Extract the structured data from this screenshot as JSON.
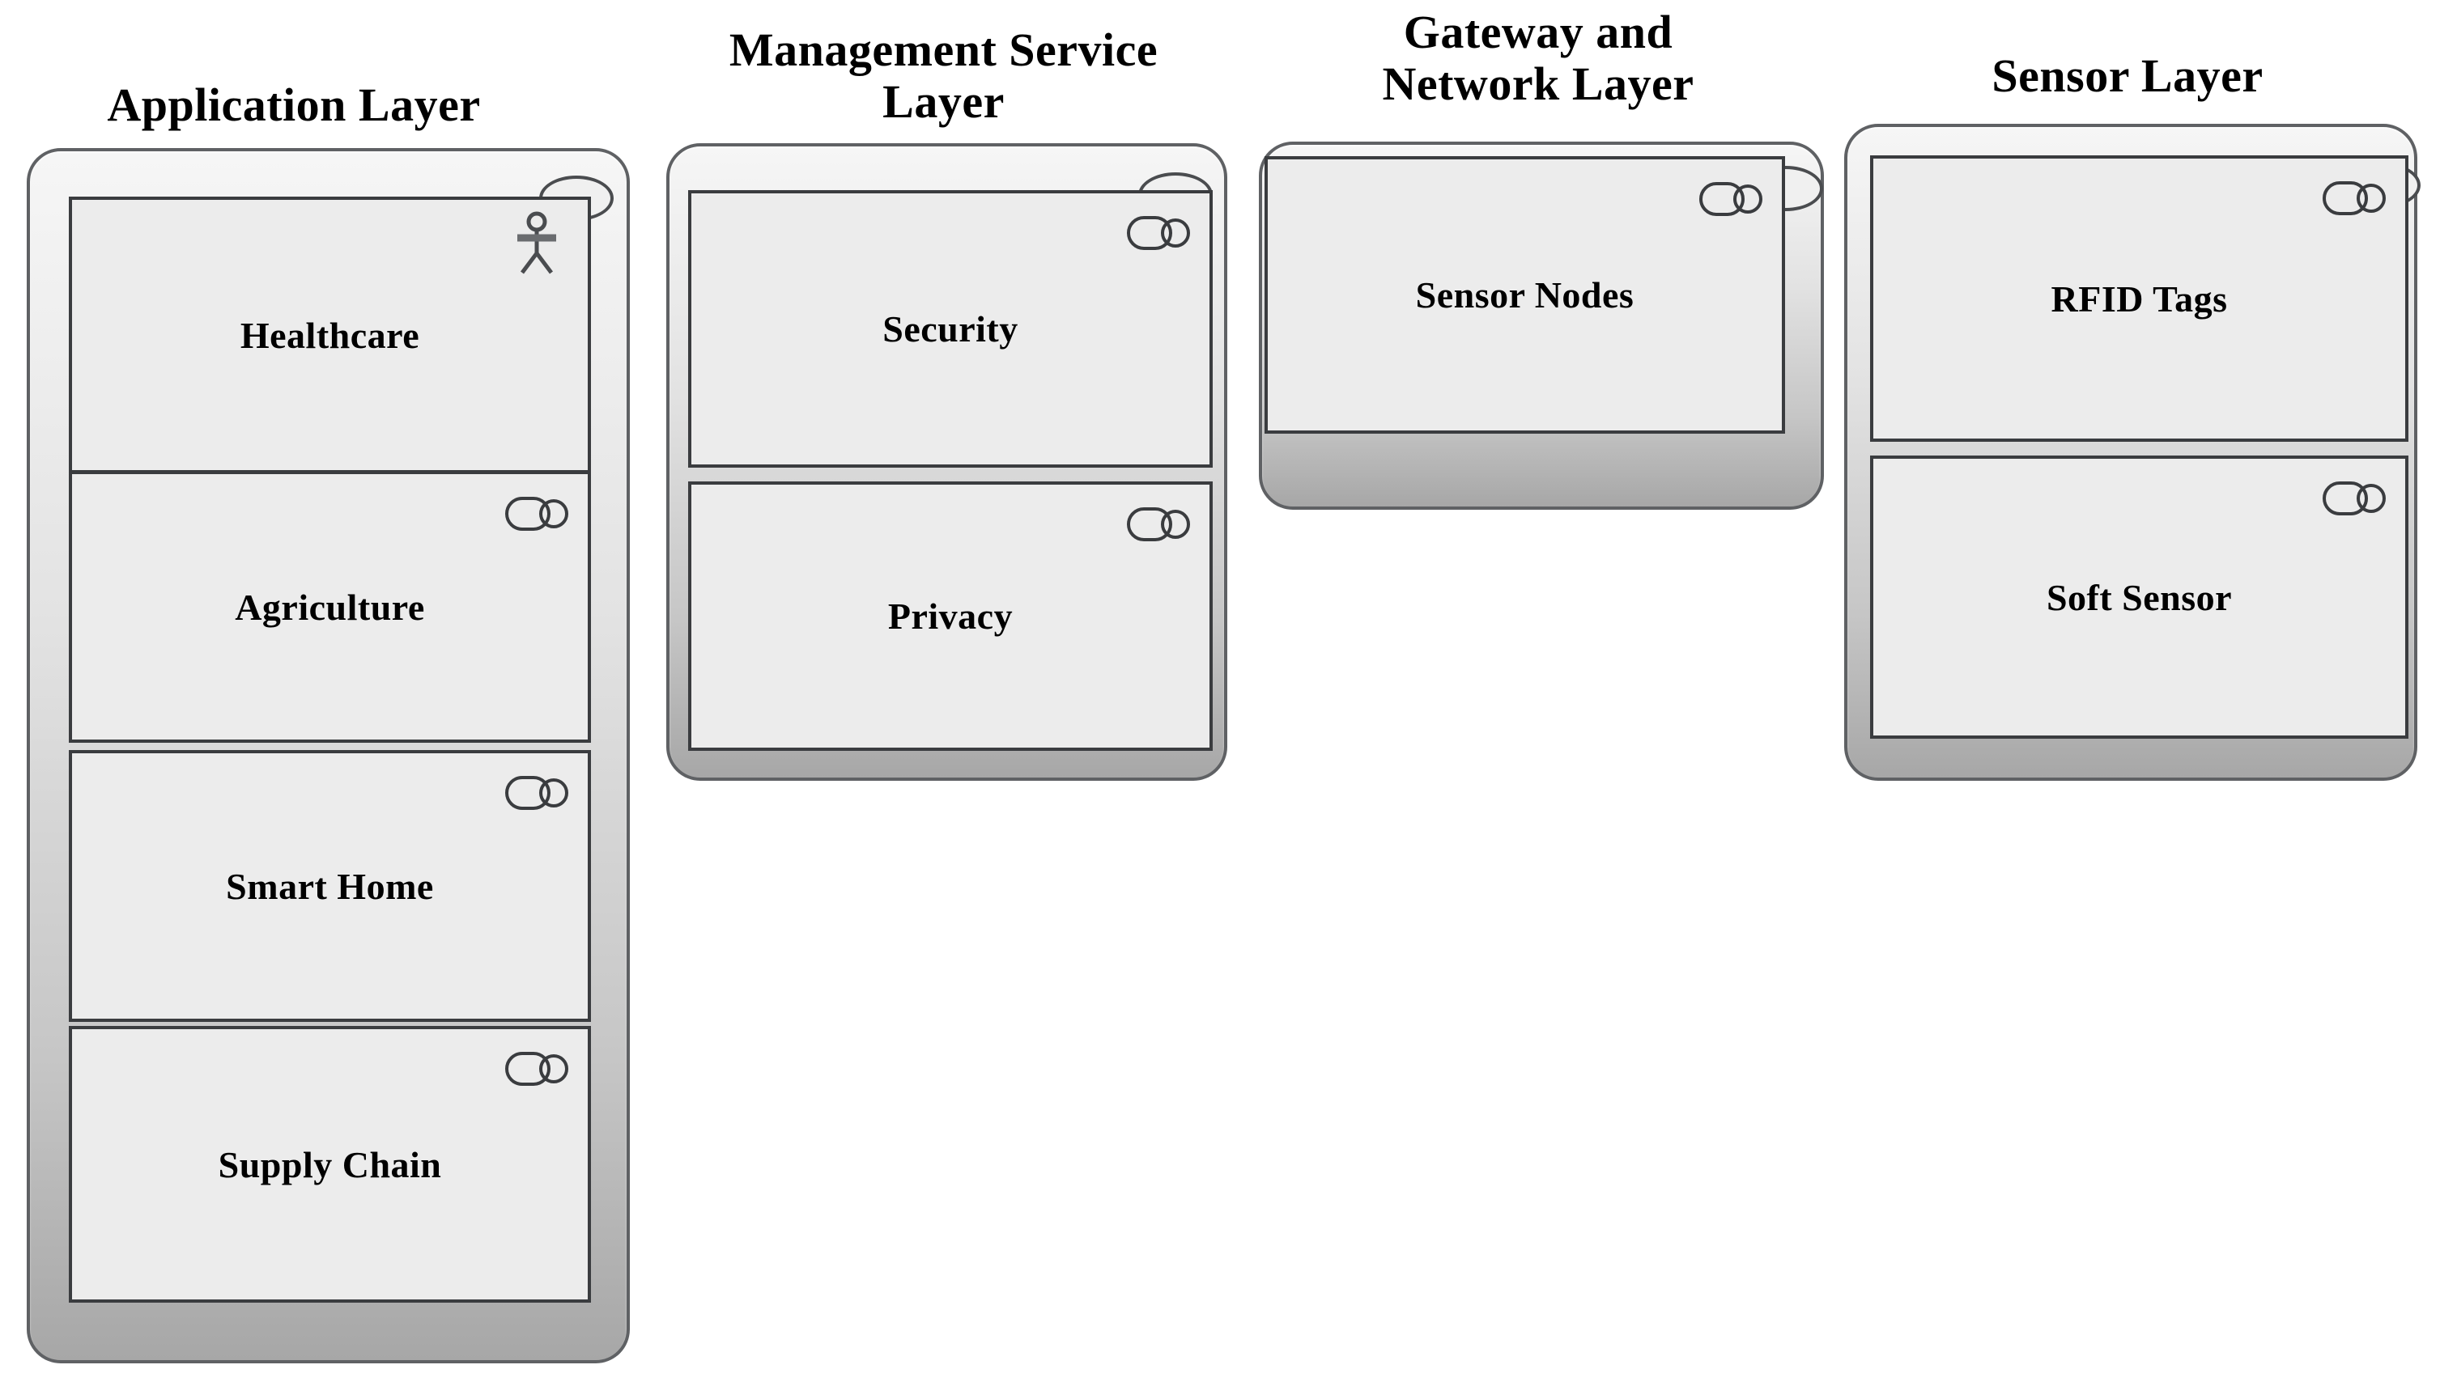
{
  "diagram": {
    "columns": [
      {
        "title_lines": [
          "Application Layer"
        ],
        "boxes": [
          {
            "label": "Healthcare",
            "icon": "actor-icon"
          },
          {
            "label": "Agriculture",
            "icon": "component-icon"
          },
          {
            "label": "Smart Home",
            "icon": "component-icon"
          },
          {
            "label": "Supply Chain",
            "icon": "component-icon"
          }
        ]
      },
      {
        "title_lines": [
          "Management Service",
          "Layer"
        ],
        "boxes": [
          {
            "label": "Security",
            "icon": "component-icon"
          },
          {
            "label": "Privacy",
            "icon": "component-icon"
          }
        ]
      },
      {
        "title_lines": [
          "Gateway and",
          "Network Layer"
        ],
        "boxes": [
          {
            "label": "Sensor Nodes",
            "icon": "component-icon"
          }
        ]
      },
      {
        "title_lines": [
          "Sensor Layer"
        ],
        "boxes": [
          {
            "label": "RFID Tags",
            "icon": "component-icon"
          },
          {
            "label": "Soft Sensor",
            "icon": "component-icon"
          }
        ]
      }
    ],
    "colors": {
      "background": "#ffffff",
      "container_border": "#5f6164",
      "container_gradient_top": "#f6f6f6",
      "container_gradient_bottom": "#a7a7a7",
      "box_fill": "#ececec",
      "box_border": "#3a3c3f",
      "notch_fill": "#f0f0f0",
      "text": "#000000",
      "icon_stroke": "#3a3c3f"
    }
  }
}
